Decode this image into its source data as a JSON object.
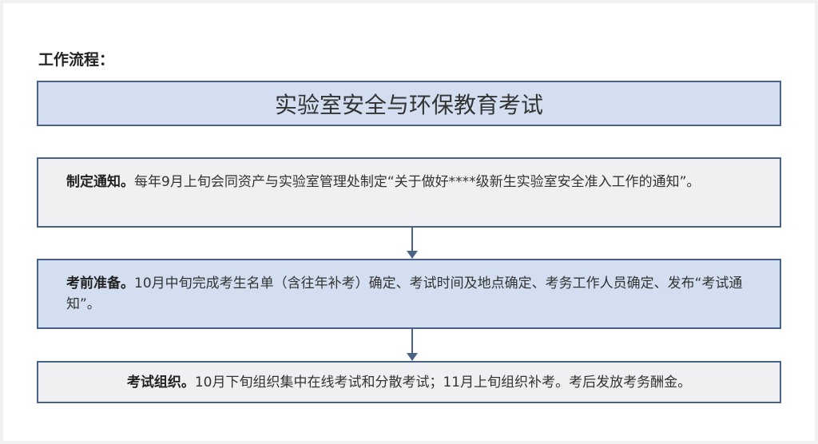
{
  "heading": "工作流程：",
  "title": "实验室安全与环保教育考试",
  "steps": [
    {
      "label": "制定通知。",
      "text": "每年9月上旬会同资产与实验室管理处制定“关于做好****级新生实验室安全准入工作的通知”。"
    },
    {
      "label": "考前准备。",
      "text": "10月中旬完成考生名单（含往年补考）确定、考试时间及地点确定、考务工作人员确定、发布“考试通知”。"
    },
    {
      "label": "考试组织。",
      "text": "10月下旬组织集中在线考试和分散考试；11月上旬组织补考。考后发放考务酬金。"
    }
  ],
  "colors": {
    "border": "#4a6288",
    "box_blue": "#d3dff0",
    "box_gray": "#f0f0f3"
  }
}
